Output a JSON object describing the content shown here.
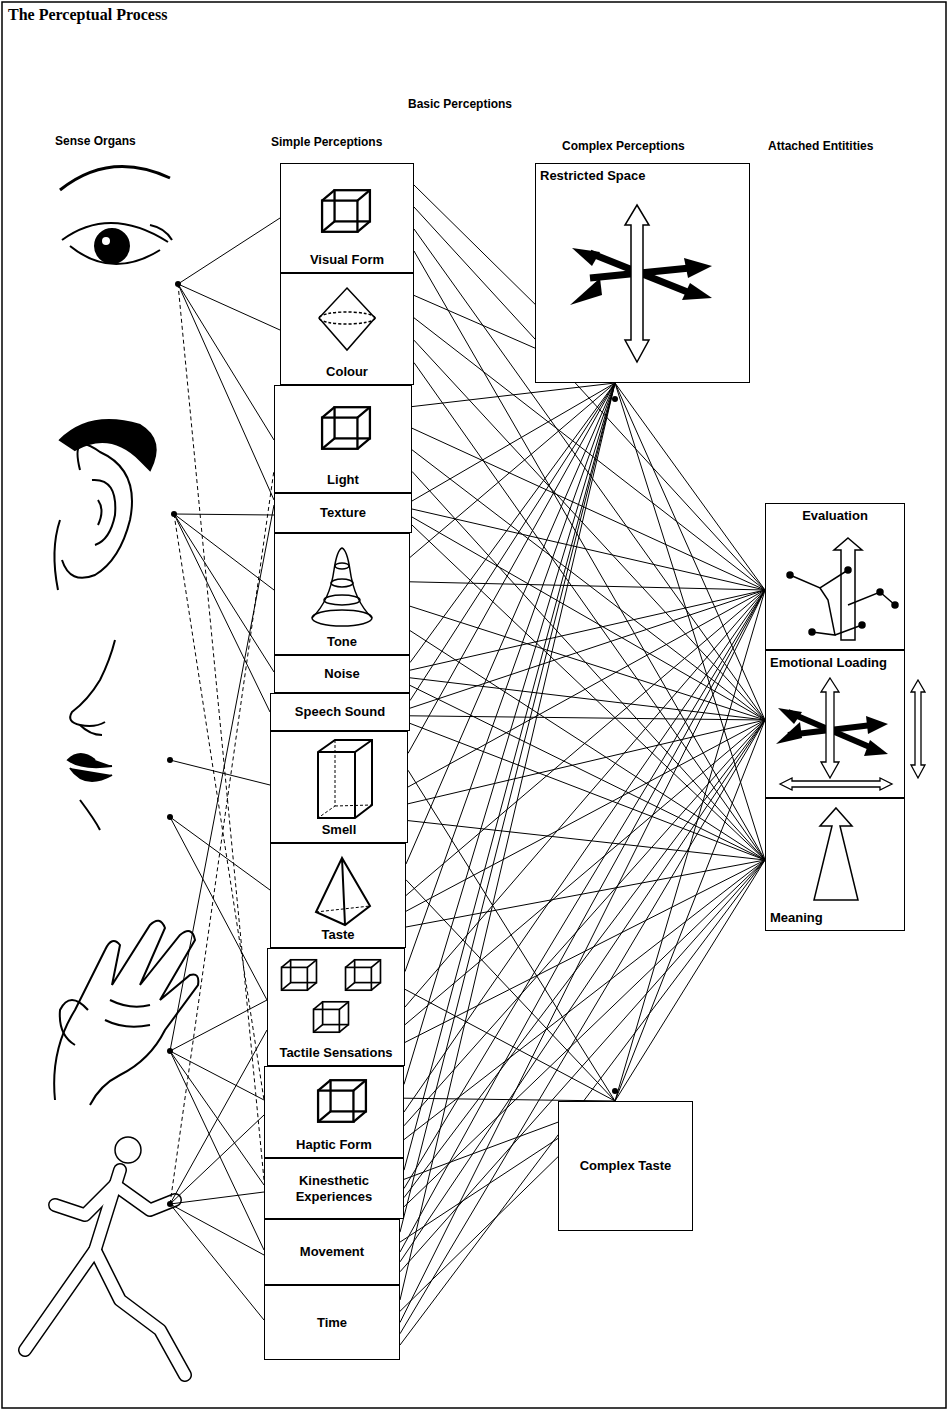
{
  "diagram": {
    "title": "The Perceptual Process",
    "nodes": [
      {
        "text": [
          "Visual Form"
        ]
      },
      {
        "text": [
          "Colour"
        ]
      },
      {
        "text": [
          "Light"
        ]
      },
      {
        "text": [
          "Texture"
        ]
      },
      {
        "text": [
          "Tone"
        ]
      },
      {
        "text": [
          "Noise"
        ]
      },
      {
        "text": [
          "Speech Sound"
        ]
      },
      {
        "text": [
          "Smell"
        ]
      },
      {
        "text": [
          "Taste"
        ]
      },
      {
        "text": [
          "Tactile Sensations"
        ]
      },
      {
        "text": [
          "Haptic Form"
        ]
      },
      {
        "text": [
          "Kinesthetic Experiences"
        ]
      },
      {
        "text": [
          "Movement"
        ]
      },
      {
        "text": [
          "Time"
        ]
      },
      {
        "text": [
          "Restricted Space"
        ]
      },
      {
        "text": [
          "Complex Taste"
        ]
      },
      {
        "text": [
          "Evaluation"
        ]
      },
      {
        "text": [
          "Emotional Loading"
        ]
      },
      {
        "text": [
          "Meaning"
        ]
      }
    ],
    "edges": [
      {
        "from": 0,
        "to": 14,
        "arrow": "none"
      },
      {
        "from": 0,
        "to": 16,
        "arrow": "none"
      },
      {
        "from": 0,
        "to": 17,
        "arrow": "none"
      },
      {
        "from": 0,
        "to": 18,
        "arrow": "none"
      },
      {
        "from": 1,
        "to": 14,
        "arrow": "none"
      },
      {
        "from": 1,
        "to": 16,
        "arrow": "none"
      },
      {
        "from": 1,
        "to": 17,
        "arrow": "none"
      },
      {
        "from": 1,
        "to": 18,
        "arrow": "none"
      },
      {
        "from": 2,
        "to": 14,
        "arrow": "none"
      },
      {
        "from": 2,
        "to": 16,
        "arrow": "none"
      },
      {
        "from": 2,
        "to": 17,
        "arrow": "none"
      },
      {
        "from": 2,
        "to": 18,
        "arrow": "none"
      },
      {
        "from": 3,
        "to": 14,
        "arrow": "none"
      },
      {
        "from": 3,
        "to": 16,
        "arrow": "none"
      },
      {
        "from": 3,
        "to": 17,
        "arrow": "none"
      },
      {
        "from": 3,
        "to": 18,
        "arrow": "none"
      },
      {
        "from": 4,
        "to": 14,
        "arrow": "none"
      },
      {
        "from": 4,
        "to": 16,
        "arrow": "none"
      },
      {
        "from": 4,
        "to": 17,
        "arrow": "none"
      },
      {
        "from": 4,
        "to": 18,
        "arrow": "none"
      },
      {
        "from": 5,
        "to": 14,
        "arrow": "none"
      },
      {
        "from": 5,
        "to": 16,
        "arrow": "none"
      },
      {
        "from": 5,
        "to": 17,
        "arrow": "none"
      },
      {
        "from": 5,
        "to": 18,
        "arrow": "none"
      },
      {
        "from": 6,
        "to": 14,
        "arrow": "none"
      },
      {
        "from": 6,
        "to": 16,
        "arrow": "none"
      },
      {
        "from": 6,
        "to": 17,
        "arrow": "none"
      },
      {
        "from": 6,
        "to": 18,
        "arrow": "none"
      },
      {
        "from": 7,
        "to": 14,
        "arrow": "none"
      },
      {
        "from": 7,
        "to": 15,
        "arrow": "none"
      },
      {
        "from": 7,
        "to": 16,
        "arrow": "none"
      },
      {
        "from": 7,
        "to": 17,
        "arrow": "none"
      },
      {
        "from": 7,
        "to": 18,
        "arrow": "none"
      },
      {
        "from": 8,
        "to": 14,
        "arrow": "none"
      },
      {
        "from": 8,
        "to": 15,
        "arrow": "none"
      },
      {
        "from": 8,
        "to": 16,
        "arrow": "none"
      },
      {
        "from": 8,
        "to": 17,
        "arrow": "none"
      },
      {
        "from": 8,
        "to": 18,
        "arrow": "none"
      },
      {
        "from": 9,
        "to": 14,
        "arrow": "none"
      },
      {
        "from": 9,
        "to": 15,
        "arrow": "none"
      },
      {
        "from": 9,
        "to": 16,
        "arrow": "none"
      },
      {
        "from": 9,
        "to": 17,
        "arrow": "none"
      },
      {
        "from": 9,
        "to": 18,
        "arrow": "none"
      },
      {
        "from": 10,
        "to": 14,
        "arrow": "none"
      },
      {
        "from": 10,
        "to": 15,
        "arrow": "none"
      },
      {
        "from": 10,
        "to": 16,
        "arrow": "none"
      },
      {
        "from": 10,
        "to": 17,
        "arrow": "none"
      },
      {
        "from": 10,
        "to": 18,
        "arrow": "none"
      },
      {
        "from": 11,
        "to": 14,
        "arrow": "none"
      },
      {
        "from": 11,
        "to": 15,
        "arrow": "none"
      },
      {
        "from": 11,
        "to": 16,
        "arrow": "none"
      },
      {
        "from": 11,
        "to": 17,
        "arrow": "none"
      },
      {
        "from": 11,
        "to": 18,
        "arrow": "none"
      },
      {
        "from": 12,
        "to": 14,
        "arrow": "none"
      },
      {
        "from": 12,
        "to": 15,
        "arrow": "none"
      },
      {
        "from": 12,
        "to": 16,
        "arrow": "none"
      },
      {
        "from": 12,
        "to": 17,
        "arrow": "none"
      },
      {
        "from": 12,
        "to": 18,
        "arrow": "none"
      },
      {
        "from": 13,
        "to": 14,
        "arrow": "none"
      },
      {
        "from": 13,
        "to": 15,
        "arrow": "none"
      },
      {
        "from": 13,
        "to": 16,
        "arrow": "none"
      },
      {
        "from": 13,
        "to": 17,
        "arrow": "none"
      },
      {
        "from": 13,
        "to": 18,
        "arrow": "none"
      },
      {
        "from": 14,
        "to": 16,
        "arrow": "none"
      },
      {
        "from": 14,
        "to": 17,
        "arrow": "none"
      },
      {
        "from": 14,
        "to": 18,
        "arrow": "none"
      },
      {
        "from": 15,
        "to": 16,
        "arrow": "none"
      },
      {
        "from": 15,
        "to": 17,
        "arrow": "none"
      },
      {
        "from": 15,
        "to": 18,
        "arrow": "none"
      }
    ],
    "labels": [
      "Basic Perceptions",
      "Sense Organs",
      "Simple Perceptions",
      "Complex Perceptions",
      "Attached Entitities"
    ]
  }
}
